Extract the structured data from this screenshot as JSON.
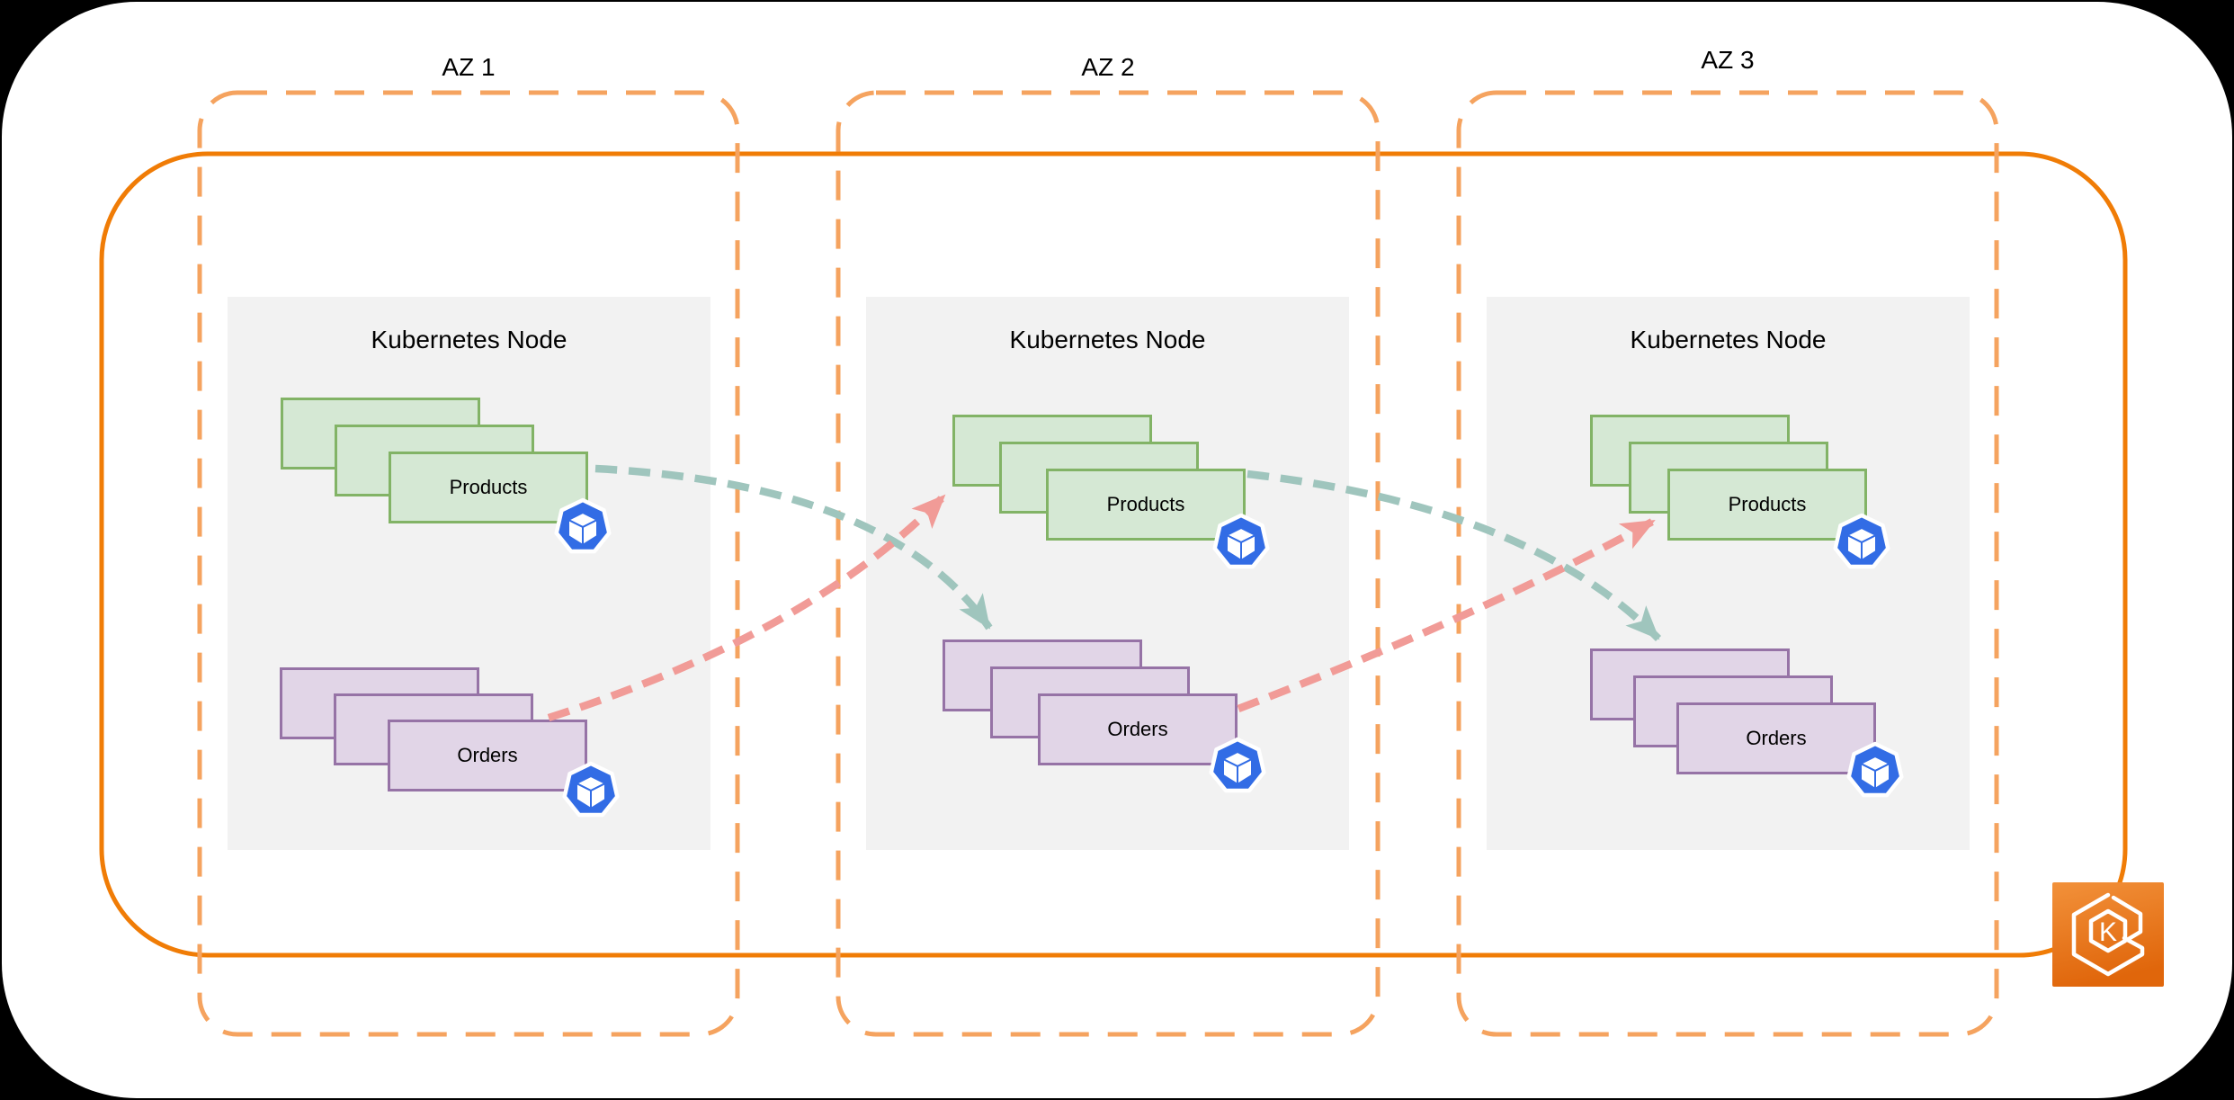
{
  "zones": [
    {
      "label": "AZ 1",
      "node": {
        "title": "Kubernetes Node",
        "deployments": [
          {
            "label": "Products"
          },
          {
            "label": "Orders"
          }
        ]
      }
    },
    {
      "label": "AZ 2",
      "node": {
        "title": "Kubernetes Node",
        "deployments": [
          {
            "label": "Products"
          },
          {
            "label": "Orders"
          }
        ]
      }
    },
    {
      "label": "AZ 3",
      "node": {
        "title": "Kubernetes Node",
        "deployments": [
          {
            "label": "Products"
          },
          {
            "label": "Orders"
          }
        ]
      }
    }
  ],
  "arrows": [
    {
      "from": "az1-products",
      "to": "az2-orders",
      "style": "dashed",
      "color": "#9fc5bd"
    },
    {
      "from": "az1-orders",
      "to": "az2-products",
      "style": "dashed",
      "color": "#f19b97"
    },
    {
      "from": "az2-products",
      "to": "az3-orders",
      "style": "dashed",
      "color": "#9fc5bd"
    },
    {
      "from": "az2-orders",
      "to": "az3-products",
      "style": "dashed",
      "color": "#f19b97"
    }
  ],
  "icons": {
    "pod": "kubernetes-pod-icon",
    "eks": "amazon-eks-icon",
    "eks_letter": "K"
  },
  "colors": {
    "background": "#000000",
    "surface": "#ffffff",
    "cluster_border": "#f07c06",
    "az_border": "#f5a35f",
    "node_fill": "#f2f2f2",
    "products_fill": "#d5e8d4",
    "products_border": "#82b366",
    "orders_fill": "#e1d5e7",
    "orders_border": "#9673a6",
    "arrow_teal": "#9fc5bd",
    "arrow_pink": "#f19b97",
    "pod_blue": "#326ce5",
    "eks_gradient_top": "#f2913a",
    "eks_gradient_bottom": "#e0660b",
    "label_text": "#000000"
  }
}
